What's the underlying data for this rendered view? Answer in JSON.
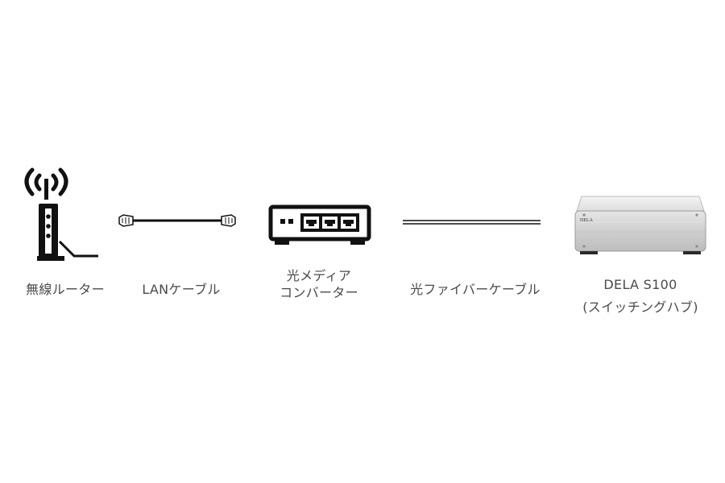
{
  "nodes": [
    {
      "id": "router",
      "label_lines": [
        "無線ルーター"
      ],
      "icon": "wifi-router-icon"
    },
    {
      "id": "lan",
      "label_lines": [
        "LANケーブル"
      ],
      "icon": "lan-cable-icon"
    },
    {
      "id": "converter",
      "label_lines": [
        "光メディア",
        "コンバーター"
      ],
      "icon": "media-converter-icon"
    },
    {
      "id": "fiber",
      "label_lines": [
        "光ファイバーケーブル"
      ],
      "icon": "fiber-cable-icon"
    },
    {
      "id": "switch",
      "label_lines": [
        "DELA S100",
        "(スイッチングハブ)"
      ],
      "icon": "switching-hub-icon",
      "brand_text": "DELA"
    }
  ]
}
